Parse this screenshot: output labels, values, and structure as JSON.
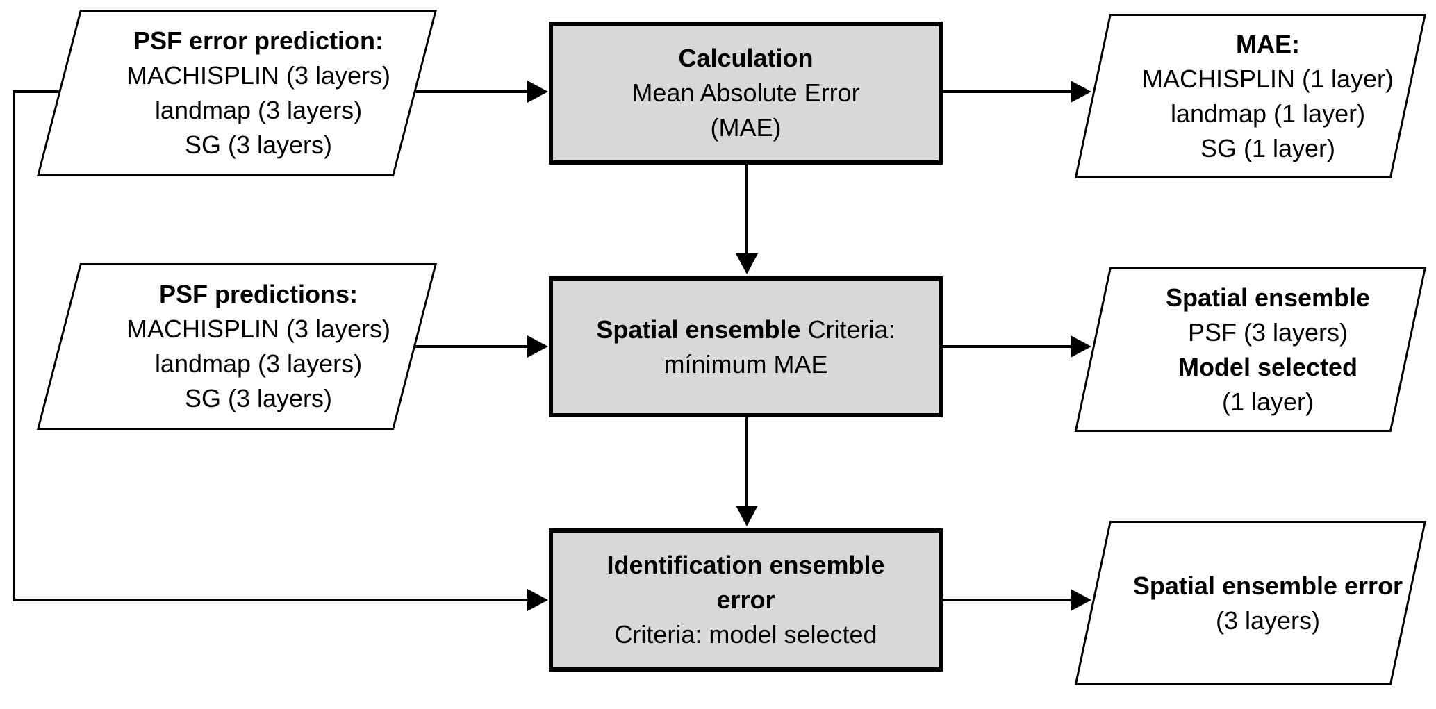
{
  "diagram": {
    "colors": {
      "background": "#ffffff",
      "process_box_fill": "#d8d8d8",
      "process_box_border": "#000000",
      "parallelogram_fill": "#ffffff",
      "line_color": "#000000",
      "text_color": "#000000"
    },
    "nodes": {
      "psf_error_prediction": {
        "title": "PSF error prediction:",
        "items": [
          "MACHISPLIN (3 layers)",
          "landmap (3 layers)",
          "SG (3 layers)"
        ]
      },
      "calculation": {
        "title": "Calculation",
        "line1": "Mean Absolute Error",
        "line2": "(MAE)"
      },
      "mae_output": {
        "title": "MAE:",
        "items": [
          "MACHISPLIN (1 layer)",
          "landmap (1 layer)",
          "SG (1 layer)"
        ]
      },
      "psf_predictions": {
        "title": "PSF predictions:",
        "items": [
          "MACHISPLIN (3 layers)",
          "landmap (3 layers)",
          "SG (3 layers)"
        ]
      },
      "spatial_ensemble": {
        "title_bold": "Spatial ensemble",
        "title_regular": " Criteria:",
        "line2": "mínimum MAE"
      },
      "spatial_ensemble_output": {
        "line1": "Spatial ensemble",
        "line2": "PSF (3 layers)",
        "line3": "Model selected",
        "line4": "(1 layer)"
      },
      "identification_ensemble_error": {
        "title_line1": "Identification ensemble",
        "title_line2": "error",
        "line3": "Criteria: model selected"
      },
      "spatial_ensemble_error": {
        "line1": "Spatial ensemble error",
        "line2": "(3 layers)"
      }
    },
    "edges": [
      {
        "from": "psf_error_prediction",
        "to": "calculation"
      },
      {
        "from": "calculation",
        "to": "mae_output"
      },
      {
        "from": "calculation",
        "to": "spatial_ensemble"
      },
      {
        "from": "psf_predictions",
        "to": "spatial_ensemble"
      },
      {
        "from": "spatial_ensemble",
        "to": "spatial_ensemble_output"
      },
      {
        "from": "spatial_ensemble",
        "to": "identification_ensemble_error"
      },
      {
        "from": "psf_error_prediction",
        "to": "identification_ensemble_error"
      },
      {
        "from": "identification_ensemble_error",
        "to": "spatial_ensemble_error"
      }
    ]
  }
}
